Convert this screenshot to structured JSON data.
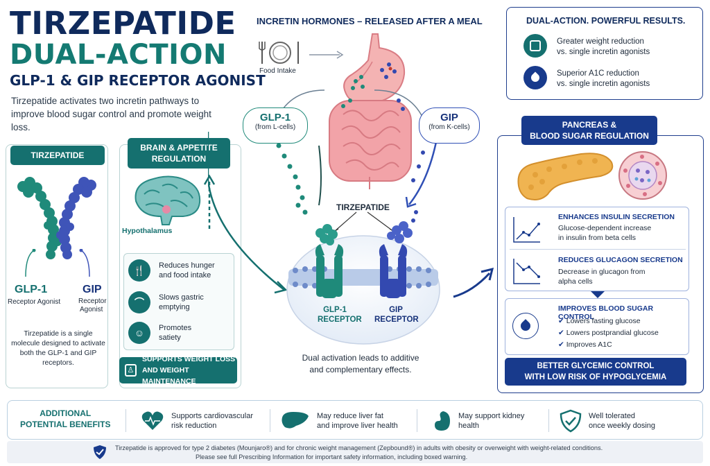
{
  "title": {
    "line1": "TIRZEPATIDE",
    "line2": "DUAL-ACTION",
    "line3": "GLP-1 & GIP RECEPTOR AGONIST",
    "intro": "Tirzepatide activates two incretin pathways to improve blood sugar control and promote weight loss."
  },
  "left_panel": {
    "header": "TIRZEPATIDE",
    "glp1_title": "GLP-1",
    "glp1_sub": "Receptor Agonist",
    "gip_title": "GIP",
    "gip_sub1": "Receptor",
    "gip_sub2": "Agonist",
    "description": "Tirzepatide is a single molecule designed to activate both the GLP-1 and GIP receptors."
  },
  "brain_panel": {
    "header_line1": "BRAIN & APPETITE",
    "header_line2": "REGULATION",
    "hypothalamus": "Hypothalamus",
    "effects": [
      {
        "line1": "Reduces hunger",
        "line2": "and food intake",
        "icon": "fork-knife-down-icon"
      },
      {
        "line1": "Slows gastric",
        "line2": "emptying",
        "icon": "stomach-icon"
      },
      {
        "line1": "Promotes",
        "line2": "satiety",
        "icon": "person-icon"
      }
    ],
    "support_line1": "SUPPORTS WEIGHT LOSS",
    "support_line2": "AND WEIGHT MAINTENANCE"
  },
  "center": {
    "header": "INCRETIN HORMONES – RELEASED AFTER A MEAL",
    "food_intake": "Food Intake",
    "glp1_title": "GLP-1",
    "glp1_sub": "(from L-cells)",
    "gip_title": "GIP",
    "gip_sub": "(from K-cells)",
    "tirzepatide": "TIRZEPATIDE",
    "glp1_receptor_1": "GLP-1",
    "glp1_receptor_2": "RECEPTOR",
    "gip_receptor_1": "GIP",
    "gip_receptor_2": "RECEPTOR",
    "dual_line1": "Dual activation leads to additive",
    "dual_line2": "and complementary effects."
  },
  "dual_box": {
    "header": "DUAL-ACTION. POWERFUL RESULTS.",
    "items": [
      {
        "line1": "Greater weight reduction",
        "line2": "vs. single incretin agonists",
        "icon": "scale-icon"
      },
      {
        "line1": "Superior A1C reduction",
        "line2": "vs. single incretin agonists",
        "icon": "drop-icon"
      }
    ]
  },
  "pancreas_panel": {
    "header_line1": "PANCREAS &",
    "header_line2": "BLOOD SUGAR REGULATION",
    "insulin_title": "ENHANCES INSULIN SECRETION",
    "insulin_line1": "Glucose-dependent increase",
    "insulin_line2": "in insulin from beta cells",
    "glucagon_title": "REDUCES GLUCAGON SECRETION",
    "glucagon_line1": "Decrease in glucagon from",
    "glucagon_line2": "alpha cells",
    "control_title": "IMPROVES BLOOD SUGAR CONTROL",
    "control_items": [
      "Lowers fasting glucose",
      "Lowers postprandial glucose",
      "Improves A1C"
    ],
    "better_line1": "BETTER GLYCEMIC CONTROL",
    "better_line2": "WITH LOW RISK OF HYPOGLYCEMIA"
  },
  "benefits": {
    "title_line1": "ADDITIONAL",
    "title_line2": "POTENTIAL BENEFITS",
    "items": [
      {
        "line1": "Supports cardiovascular",
        "line2": "risk reduction",
        "icon": "heart-icon"
      },
      {
        "line1": "May reduce liver fat",
        "line2": "and improve liver health",
        "icon": "liver-icon"
      },
      {
        "line1": "May support kidney",
        "line2": "health",
        "icon": "kidney-icon"
      },
      {
        "line1": "Well tolerated",
        "line2": "once weekly dosing",
        "icon": "shield-check-icon"
      }
    ]
  },
  "footer": {
    "line1": "Tirzepatide is approved for type 2 diabetes (Mounjaro®) and for chronic weight management (Zepbound®) in adults with obesity or overweight with weight-related conditions.",
    "line2": "Please see full Prescribing Information for important safety information, including boxed warning."
  },
  "colors": {
    "navy": "#17327a",
    "teal": "#15706f",
    "glp1_green": "#1f8a7a",
    "gip_blue": "#2f4fb5",
    "stomach_pink": "#f2a6a8"
  }
}
